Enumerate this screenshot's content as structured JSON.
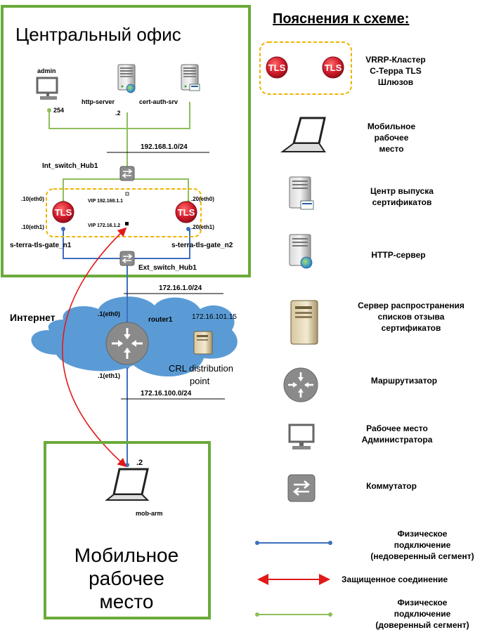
{
  "colors": {
    "office_border": "#6aaa3a",
    "trusted_link": "#8cbf5a",
    "untrusted_link": "#3d6fbe",
    "secure_link": "#e01b1b",
    "cluster_border": "#f0b400",
    "cloud": "#5b9bd5",
    "tls_red": "#c8102e"
  },
  "central_office": {
    "title": "Центральный офис",
    "admin_label": "admin",
    "admin_ip": "254",
    "http_server_label": "http-server",
    "http_server_ip": ".2",
    "cert_auth_label": "cert-auth-srv",
    "lan_subnet": "192.168.1.0/24",
    "int_switch_label": "Int_switch_Hub1",
    "gw1_eth0": ".10(eth0)",
    "gw2_eth0": ".20(eth0)",
    "gw1_eth1": ".10(eth1)",
    "gw2_eth1": ".20(eth1)",
    "vip_internal": "VIP 192.168.1.1",
    "vip_external": "VIP 172.16.1.2",
    "gw1_label": "s-terra-tls-gate_n1",
    "gw2_label": "s-terra-tls-gate_n2",
    "ext_switch_label": "Ext_switch_Hub1",
    "tls_badge": "TLS"
  },
  "internet": {
    "title": "Интернет",
    "ext_subnet": "172.16.1.0/24",
    "router_eth0": ".1(eth0)",
    "router_label": "router1",
    "router_eth1": ".1(eth1)",
    "crl_ip": "172.16.101.15",
    "crl_label_line1": "CRL distribution",
    "crl_label_line2": "point",
    "mobile_subnet": "172.16.100.0/24"
  },
  "mobile": {
    "ip": ".2",
    "host_label": "mob-arm",
    "title_line1": "Мобильное",
    "title_line2": "рабочее",
    "title_line3": "место"
  },
  "legend": {
    "title": "Пояснения к схеме:",
    "items": [
      {
        "icon": "tls-cluster-icon",
        "lines": [
          "VRRP-Кластер",
          "С-Терра TLS",
          "Шлюзов"
        ]
      },
      {
        "icon": "laptop-icon",
        "lines": [
          "Мобильное",
          "рабочее",
          "место"
        ]
      },
      {
        "icon": "certificate-server-icon",
        "lines": [
          "Центр выпуска",
          "сертификатов"
        ]
      },
      {
        "icon": "http-server-icon",
        "lines": [
          "HTTP-сервер"
        ]
      },
      {
        "icon": "crl-server-icon",
        "lines": [
          "Сервер распространения",
          "списков отзыва",
          "сертификатов"
        ]
      },
      {
        "icon": "router-icon",
        "lines": [
          "Маршрутизатор"
        ]
      },
      {
        "icon": "workstation-icon",
        "lines": [
          "Рабочее место",
          "Администратора"
        ]
      },
      {
        "icon": "switch-icon",
        "lines": [
          "Коммутатор"
        ]
      },
      {
        "icon": "untrusted-link-icon",
        "lines": [
          "Физическое",
          "подключение",
          "(недоверенный сегмент)"
        ]
      },
      {
        "icon": "secure-link-icon",
        "lines": [
          "Защищенное соединение"
        ]
      },
      {
        "icon": "trusted-link-icon",
        "lines": [
          "Физическое",
          "подключение",
          "(доверенный сегмент)"
        ]
      }
    ]
  }
}
